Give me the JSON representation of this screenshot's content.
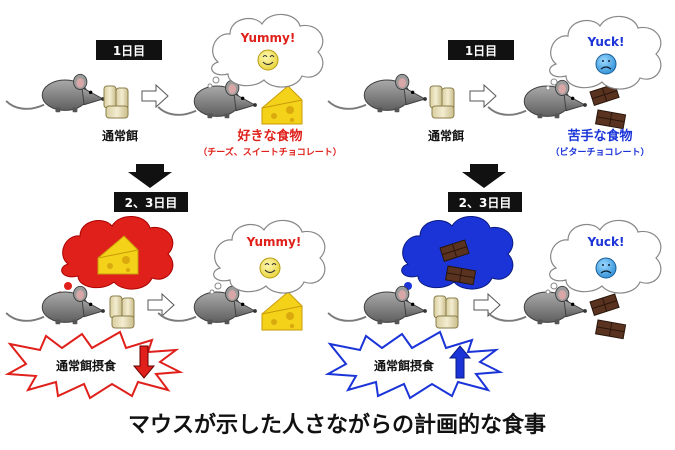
{
  "left": {
    "day1_label": "1日目",
    "feed_label": "通常餌",
    "food_label": "好きな食物",
    "food_sub": "（チーズ、スイートチョコレート）",
    "thought": "Yummy!",
    "day23_label": "2、3日目",
    "thought2": "Yummy!",
    "intake_label": "通常餌摂食",
    "intake_trend": "down",
    "food_color": "#e0201a"
  },
  "right": {
    "day1_label": "1日目",
    "feed_label": "通常餌",
    "food_label": "苦手な食物",
    "food_sub": "（ビターチョコレート）",
    "thought": "Yuck!",
    "day23_label": "2、3日目",
    "thought2": "Yuck!",
    "intake_label": "通常餌摂食",
    "intake_trend": "up",
    "food_color": "#1a34d8"
  },
  "bottom_title": "マウスが示した人さながらの計画的な食事",
  "colors": {
    "red_burst": "#e0201a",
    "blue_burst": "#1a34d8",
    "cheese": "#f5d21a",
    "chocolate": "#5a3320",
    "label_box": "#111111"
  }
}
